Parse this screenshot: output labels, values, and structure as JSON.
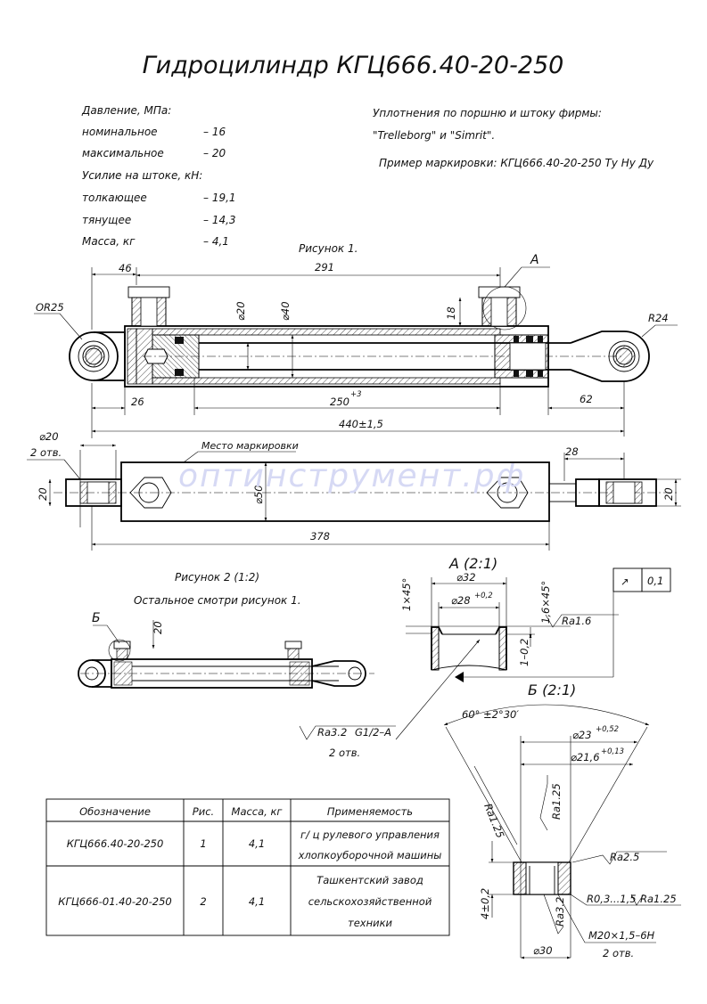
{
  "title": "Гидроцилиндр КГЦ666.40-20-250",
  "specs": [
    {
      "label": "Давление, МПа:",
      "value": ""
    },
    {
      "label": "номинальное",
      "value": "– 16"
    },
    {
      "label": "максимальное",
      "value": "– 20"
    },
    {
      "label": "Усилие на штоке, кН:",
      "value": ""
    },
    {
      "label": "толкающее",
      "value": "– 19,1"
    },
    {
      "label": "тянущее",
      "value": "– 14,3"
    },
    {
      "label": "Масса, кг",
      "value": "– 4,1"
    }
  ],
  "notes": {
    "seals_line1": "Уплотнения по поршню и штоку фирмы:",
    "seals_line2": "\"Trelleborg\" и \"Simrit\".",
    "marking": "Пример маркировки: КГЦ666.40-20-250 Ту Ну Ду"
  },
  "fig1": {
    "caption": "Рисунок 1.",
    "view_a_letter": "A",
    "marking_place": "Место маркировки",
    "dims": {
      "d46": "46",
      "d291": "291",
      "or25": "OR25",
      "d20": "⌀20",
      "d40": "⌀40",
      "d18": "18",
      "r24": "R24",
      "d26": "26",
      "d250": "250",
      "d250_tol": "+3",
      "d62": "62",
      "d440": "440±1,5",
      "hole_d20": "⌀20",
      "hole_count": "2 отв.",
      "w20_left": "20",
      "d50": "⌀50",
      "d28": "28",
      "w20_right": "20",
      "d378": "378"
    }
  },
  "fig2": {
    "caption": "Рисунок 2 (1:2)",
    "note": "Остальное смотри рисунок 1.",
    "view_b_letter": "Б",
    "d20": "20"
  },
  "view_a": {
    "title": "А (2:1)",
    "d32": "⌀32",
    "d28": "⌀28",
    "d28_tol": "+0,2",
    "ch1": "1×45°",
    "ch16": "1,6×45°",
    "ra": "Ra1.6",
    "depth": "1–0,2",
    "tol_symbol": "↗",
    "tol_value": "0,1"
  },
  "port_callout": {
    "ra": "Ra3.2",
    "thread": "G1/2–A",
    "count": "2 отв."
  },
  "view_b": {
    "title": "Б (2:1)",
    "angle": "60° ±2°30′",
    "d23": "⌀23",
    "d23_tol": "+0,52",
    "d216": "⌀21,6",
    "d216_tol": "+0,13",
    "ra125a": "Ra1.25",
    "ra125b": "Ra1.25",
    "ra25": "Ra2.5",
    "h4": "4±0,2",
    "ra32": "Ra3.2",
    "r03": "R0,3...1,5",
    "ra125c": "Ra1.25",
    "thread": "M20×1,5–6H",
    "count": "2 отв.",
    "d30": "⌀30"
  },
  "table": {
    "headers": [
      "Обозначение",
      "Рис.",
      "Масса, кг",
      "Применяемость"
    ],
    "rows": [
      {
        "designation": "КГЦ666.40-20-250",
        "fig": "1",
        "mass": "4,1",
        "usage": [
          "г/ ц рулевого управления",
          "хлопкоуборочной машины"
        ]
      },
      {
        "designation": "КГЦ666-01.40-20-250",
        "fig": "2",
        "mass": "4,1",
        "usage": [
          "Ташкентский завод",
          "сельскохозяйственной",
          "техники"
        ]
      }
    ]
  },
  "watermark": "оптинструмент.рф"
}
